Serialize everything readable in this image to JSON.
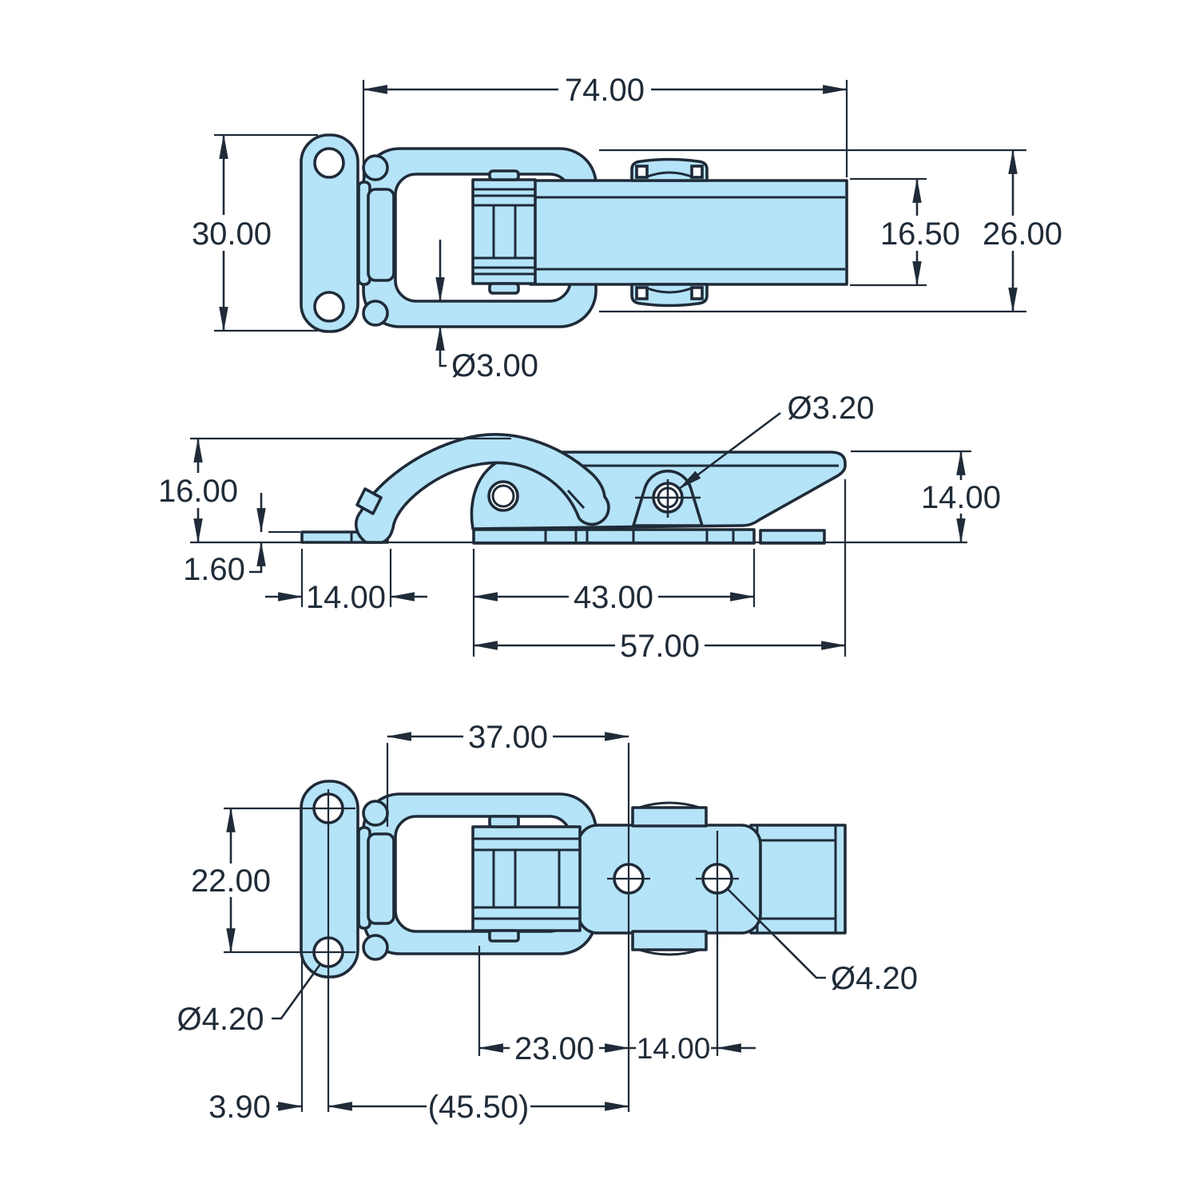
{
  "colors": {
    "part_fill": "#B5E3F8",
    "outline": "#1F2B38",
    "background": "#FFFFFF"
  },
  "views": {
    "top": {
      "dims": {
        "overall_width": "74.00",
        "plate_height": "30.00",
        "arm_height": "16.50",
        "overall_height": "26.00",
        "wire_diameter": "Ø3.00"
      }
    },
    "side": {
      "dims": {
        "overall_height": "16.00",
        "base_thickness": "1.60",
        "plate_length": "14.00",
        "hole_diameter": "Ø3.20",
        "keeper_height": "14.00",
        "hole_to_end": "43.00",
        "overall_length": "57.00"
      }
    },
    "bottom": {
      "dims": {
        "loop_length": "37.00",
        "hole_spacing": "22.00",
        "plate_hole_diameter": "Ø4.20",
        "body_hole_diameter": "Ø4.20",
        "pivot_to_hole": "23.00",
        "hole_to_hole": "14.00",
        "edge_to_hole": "3.90",
        "reference_length": "(45.50)"
      }
    }
  }
}
